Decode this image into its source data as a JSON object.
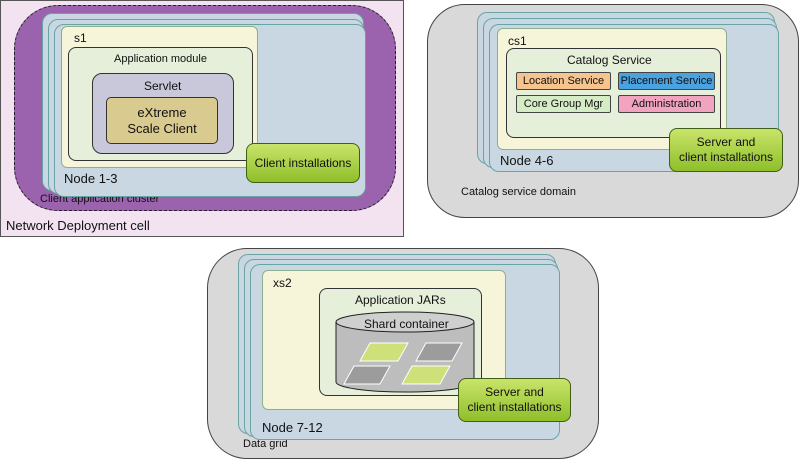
{
  "network_cell": {
    "label": "Network Deployment cell",
    "cluster_label": "Client application cluster",
    "node_label": "Node 1-3",
    "server_label": "s1",
    "module_label": "Application module",
    "servlet_label": "Servlet",
    "client_label_line1": "eXtreme",
    "client_label_line2": "Scale Client",
    "installations_label": "Client installations"
  },
  "catalog_domain": {
    "label": "Catalog service domain",
    "node_label": "Node 4-6",
    "server_label": "cs1",
    "service_label": "Catalog Service",
    "services": [
      {
        "label": "Location Service",
        "color": "#f6c48f"
      },
      {
        "label": "Placement Service",
        "color": "#4aa3df"
      },
      {
        "label": "Core Group Mgr",
        "color": "#d6ecc6"
      },
      {
        "label": "Administration",
        "color": "#f2a3bf"
      }
    ],
    "installations_line1": "Server and",
    "installations_line2": "client installations"
  },
  "data_grid": {
    "label": "Data grid",
    "node_label": "Node 7-12",
    "server_label": "xs2",
    "jars_label": "Application JARs",
    "container_label": "Shard container",
    "installations_line1": "Server and",
    "installations_line2": "client installations"
  },
  "colors": {
    "cell_bg": "#f3e3f1",
    "cluster": "#9b62ad",
    "domain_bg": "#d9d9d9",
    "installations": "#a6cf3a"
  }
}
